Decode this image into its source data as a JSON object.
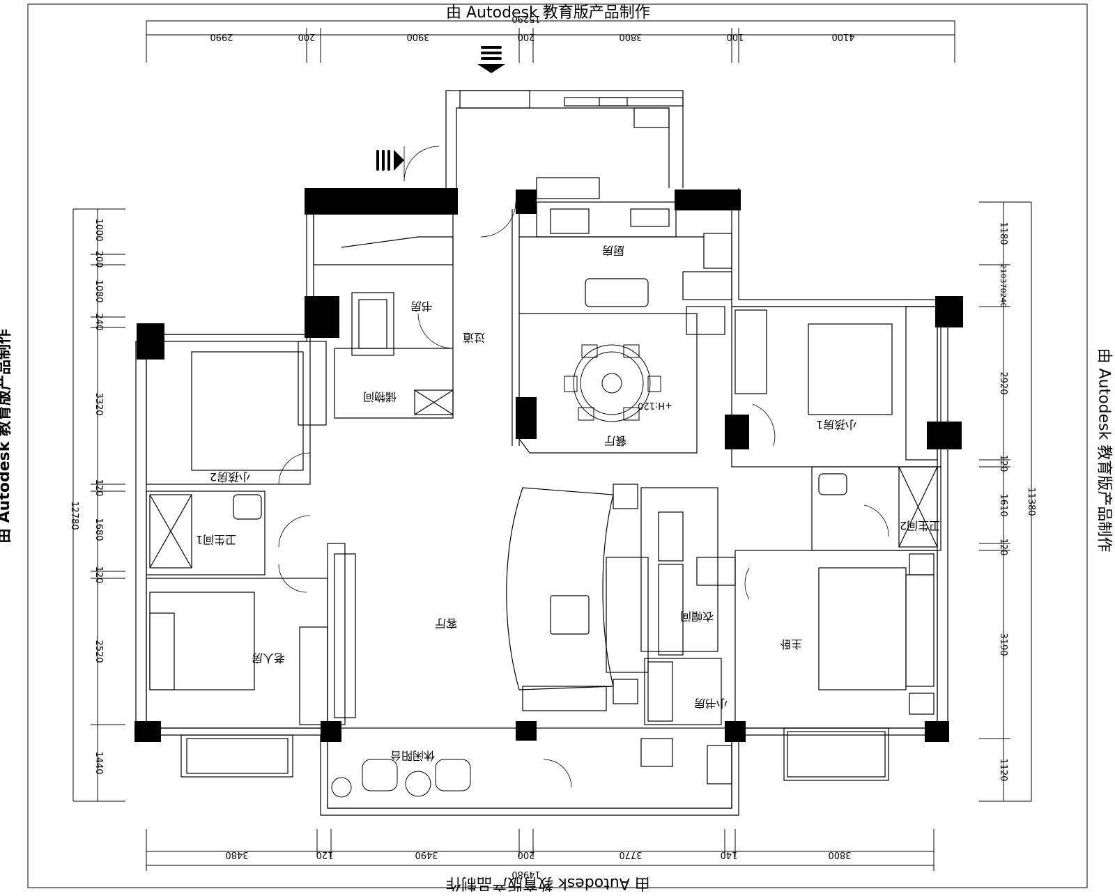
{
  "watermark": "由 Autodesk 教育版产品制作",
  "dims_top": {
    "total": "15290",
    "segments": [
      "2990",
      "200",
      "3900",
      "200",
      "3800",
      "100",
      "4100"
    ]
  },
  "dims_bottom": {
    "total": "14980",
    "segments": [
      "3480",
      "120",
      "3490",
      "200",
      "3770",
      "140",
      "3800"
    ]
  },
  "dims_left": {
    "total": "12780",
    "segments": [
      "1000",
      "200",
      "1080",
      "240",
      "3320",
      "120",
      "1680",
      "120",
      "2520",
      "1440"
    ]
  },
  "dims_right": {
    "total": "11380",
    "segments": [
      "1180",
      "210370240",
      "2920",
      "120",
      "1610",
      "120",
      "3190",
      "1120"
    ]
  },
  "rooms": {
    "study": "书房",
    "kitchen": "厨房",
    "hallway": "过道",
    "storage": "储物间",
    "kids_room_2": "小孩房2",
    "kids_room_1": "小孩房1",
    "dining": "餐厅",
    "bathroom_1": "卫生间1",
    "bathroom_2": "卫生间2",
    "elder_room": "老人房",
    "living": "客厅",
    "closet": "衣帽间",
    "master_bedroom": "主卧",
    "small_study": "小书房",
    "leisure_balcony": "休闲阳台"
  },
  "marks": {
    "elevation": "+H:120"
  }
}
